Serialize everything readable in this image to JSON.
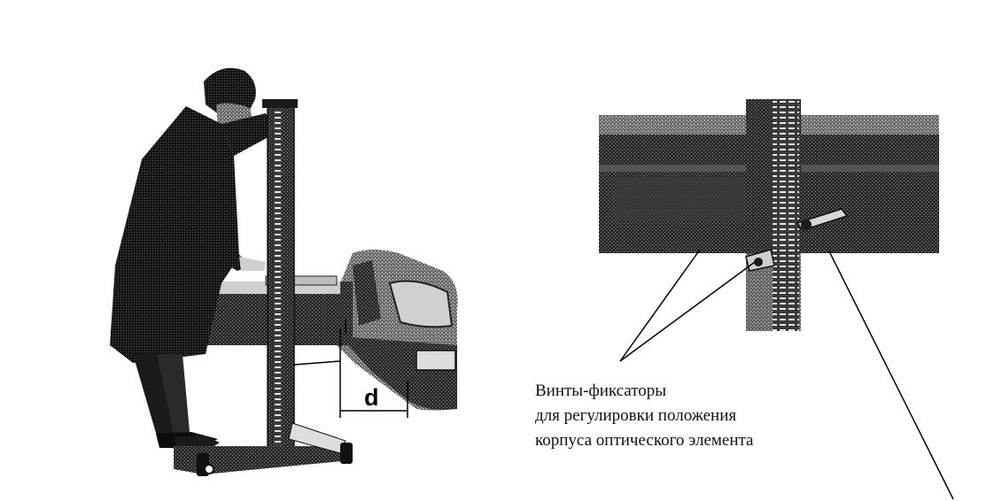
{
  "caption": {
    "lines": [
      "Винты-фиксаторы",
      "для регулировки положения",
      "корпуса оптического элемента"
    ]
  },
  "dimension": {
    "label": "d"
  },
  "icons": {
    "left_photo": "person-operating-headlight-tester-icon",
    "right_photo": "optical-element-locking-screws-closeup-icon"
  }
}
